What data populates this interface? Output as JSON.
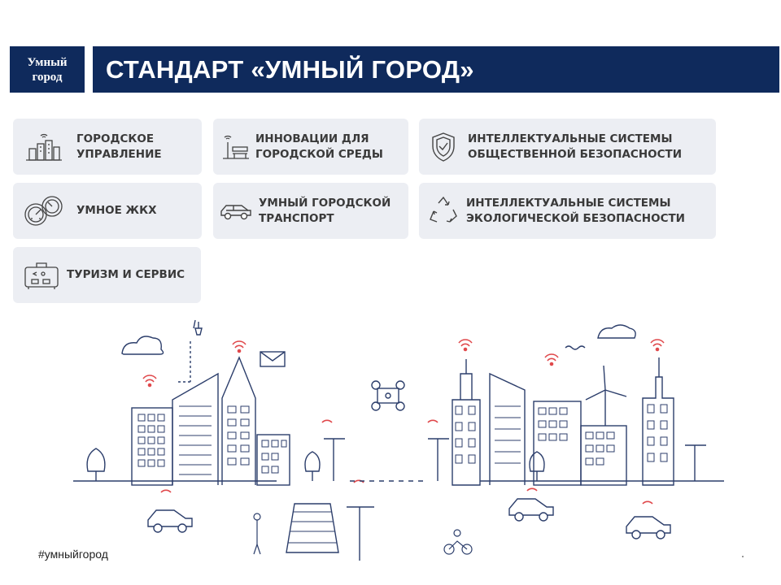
{
  "logo": {
    "line1": "Умный",
    "line2": "город"
  },
  "title": "СТАНДАРТ «УМНЫЙ ГОРОД»",
  "cards": [
    {
      "label": "Городское\nуправление",
      "icon": "city-buildings-icon"
    },
    {
      "label": "Инновации для\nгородской среды",
      "icon": "bench-lamp-icon"
    },
    {
      "label": "Интеллектуальные системы\nобщественной безопасности",
      "icon": "shield-check-icon"
    },
    {
      "label": "Умное ЖКХ",
      "icon": "meter-gauges-icon"
    },
    {
      "label": "Умный городской\nтранспорт",
      "icon": "car-icon"
    },
    {
      "label": "Интеллектуальные системы\nэкологической безопасности",
      "icon": "recycle-icon"
    },
    {
      "label": "Туризм и сервис",
      "icon": "luggage-icon"
    }
  ],
  "hashtag": "#умныйгород",
  "colors": {
    "navy": "#0f2a5c",
    "accent": "#e0484b",
    "line": "#2c3e6b",
    "card": "#eceef3"
  }
}
